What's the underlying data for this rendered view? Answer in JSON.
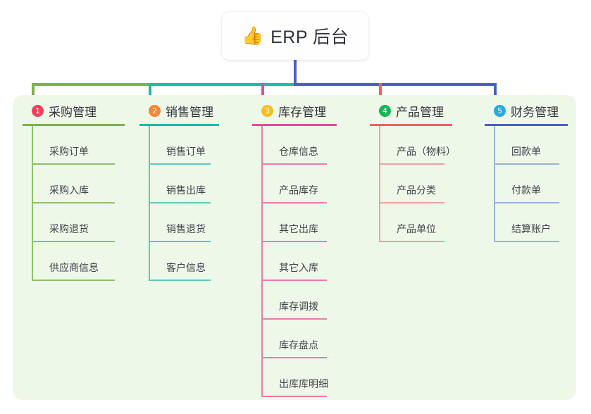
{
  "root": {
    "icon": "thumbs-up-icon",
    "icon_glyph": "👍",
    "title": "ERP 后台"
  },
  "colors": {
    "panel_bg": "#eef8e9",
    "green": "#7cb342",
    "teal": "#16bfa6",
    "pink": "#e8499a",
    "salmon": "#f2605f",
    "blue": "#4a5fc1",
    "badge_1": "#f0405f",
    "badge_2": "#f58634",
    "badge_3": "#f7bf1e",
    "badge_4": "#19b359",
    "badge_5": "#29a8e0",
    "leaf_green": "#8fc06a",
    "leaf_teal": "#5fc8bd",
    "leaf_pink": "#ef7ab0",
    "leaf_salmon": "#f4a0a0",
    "leaf_blue": "#9bb0dc"
  },
  "columns": [
    {
      "number": "1",
      "title": "采购管理",
      "badge_color": "#f0405f",
      "rule_color": "#7cb342",
      "leaf_color": "#8fc06a",
      "items": [
        {
          "label": "采购订单"
        },
        {
          "label": "采购入库"
        },
        {
          "label": "采购退货"
        },
        {
          "label": "供应商信息"
        }
      ]
    },
    {
      "number": "2",
      "title": "销售管理",
      "badge_color": "#f58634",
      "rule_color": "#16bfa6",
      "leaf_color": "#5fc8bd",
      "items": [
        {
          "label": "销售订单"
        },
        {
          "label": "销售出库"
        },
        {
          "label": "销售退货"
        },
        {
          "label": "客户信息"
        }
      ]
    },
    {
      "number": "3",
      "title": "库存管理",
      "badge_color": "#f7bf1e",
      "rule_color": "#e8499a",
      "leaf_color": "#ef7ab0",
      "items": [
        {
          "label": "仓库信息"
        },
        {
          "label": "产品库存"
        },
        {
          "label": "其它出库"
        },
        {
          "label": "其它入库"
        },
        {
          "label": "库存调拨"
        },
        {
          "label": "库存盘点"
        },
        {
          "label": "出库库明细"
        }
      ]
    },
    {
      "number": "4",
      "title": "产品管理",
      "badge_color": "#19b359",
      "rule_color": "#f2605f",
      "leaf_color": "#f4a0a0",
      "items": [
        {
          "label": "产品（物料）"
        },
        {
          "label": "产品分类"
        },
        {
          "label": "产品单位"
        }
      ]
    },
    {
      "number": "5",
      "title": "财务管理",
      "badge_color": "#29a8e0",
      "rule_color": "#4a5fc1",
      "leaf_color": "#9bb0dc",
      "items": [
        {
          "label": "回款单"
        },
        {
          "label": "付款单"
        },
        {
          "label": "结算账户"
        }
      ]
    }
  ],
  "connectors": {
    "stem_color": "#4a5fc1",
    "bar_segments": [
      {
        "color": "#7cb342"
      },
      {
        "color": "#16bfa6"
      },
      {
        "color": "#4a5fc1"
      }
    ],
    "drop_colors": [
      "#7cb342",
      "#16bfa6",
      "#e8499a",
      "#f2605f",
      "#4a5fc1"
    ]
  }
}
